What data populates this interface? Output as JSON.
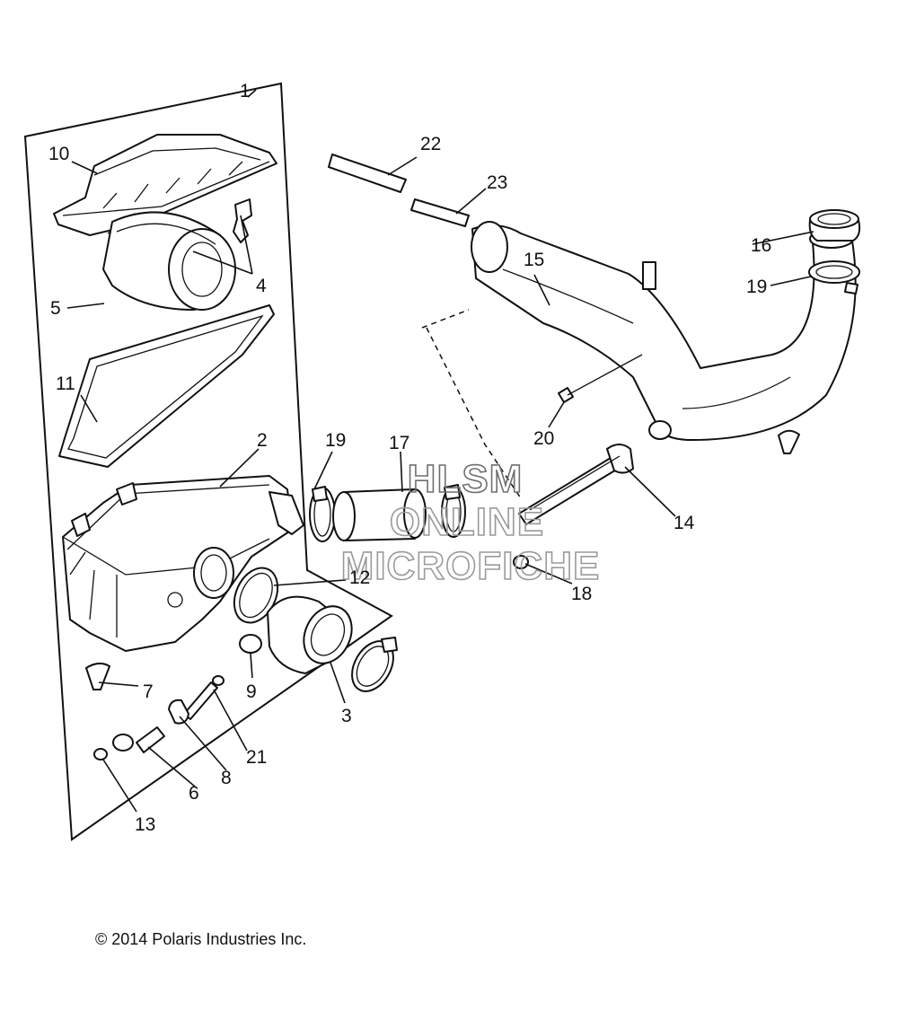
{
  "callouts": {
    "c1": "1",
    "c2": "2",
    "c3": "3",
    "c4": "4",
    "c5": "5",
    "c6": "6",
    "c7": "7",
    "c8": "8",
    "c9": "9",
    "c10": "10",
    "c11": "11",
    "c12": "12",
    "c13": "13",
    "c14": "14",
    "c15": "15",
    "c16": "16",
    "c17": "17",
    "c18": "18",
    "c19a": "19",
    "c19b": "19",
    "c20": "20",
    "c21": "21",
    "c22": "22",
    "c23": "23"
  },
  "watermark": {
    "line1": "HLSM",
    "line2": "ONLINE",
    "line3": "MICROFICHE"
  },
  "copyright": "© 2014 Polaris Industries Inc."
}
